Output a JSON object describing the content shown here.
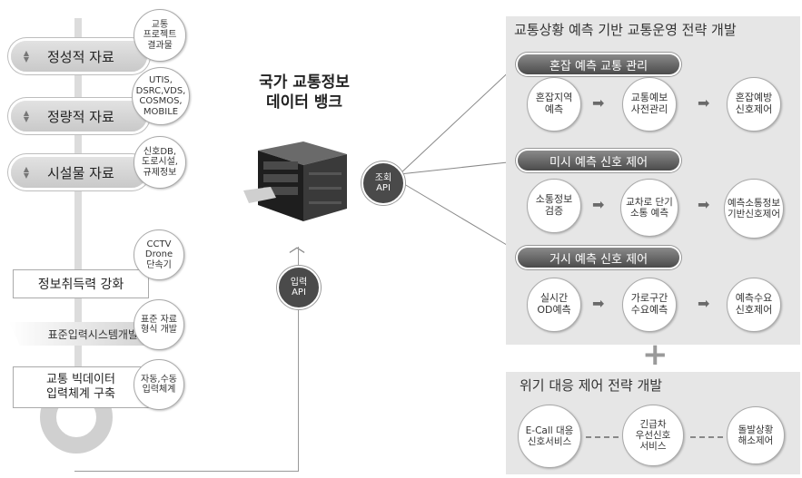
{
  "left": {
    "pills": [
      {
        "label": "정성적 자료",
        "tag": "교통\n프로젝트\n결과물"
      },
      {
        "label": "정량적 자료",
        "tag": "UTIS,\nDSRC,VDS,\nCOSMOS,\nMOBILE"
      },
      {
        "label": "시설물 자료",
        "tag": "신호DB,\n도로시설,\n규제정보"
      }
    ],
    "stack": [
      {
        "label": "정보취득력 강화",
        "tag": "CCTV\nDrone\n단속기"
      },
      {
        "label": "표준입력시스템개발",
        "tag": "표준 자료\n형식 개발"
      },
      {
        "label": "교통 빅데이터\n입력체계 구축",
        "tag": "자동,수동\n입력체계"
      }
    ]
  },
  "center": {
    "title": "국가 교통정보\n데이터 뱅크",
    "input_api": "입력\nAPI",
    "query_api": "조회\nAPI"
  },
  "right": {
    "title": "교통상황 예측 기반 교통운영 전략 개발",
    "sections": [
      {
        "header": "혼잡 예측 교통 관리",
        "steps": [
          "혼잡지역\n예측",
          "교통예보\n사전관리",
          "혼잡예방\n신호제어"
        ]
      },
      {
        "header": "미시 예측 신호 제어",
        "steps": [
          "소통정보\n검증",
          "교차로 단기\n소통 예측",
          "예측소통정보\n기반신호제어"
        ]
      },
      {
        "header": "거시 예측 신호 제어",
        "steps": [
          "실시간\nOD예측",
          "가로구간\n수요예측",
          "예측수요\n신호제어"
        ]
      }
    ],
    "plus": "+",
    "crisis": {
      "title": "위기 대응 제어 전략 개발",
      "steps": [
        "E-Call 대응\n신호서비스",
        "긴급차\n우선신호\n서비스",
        "돌발상황\n해소제어"
      ]
    }
  }
}
